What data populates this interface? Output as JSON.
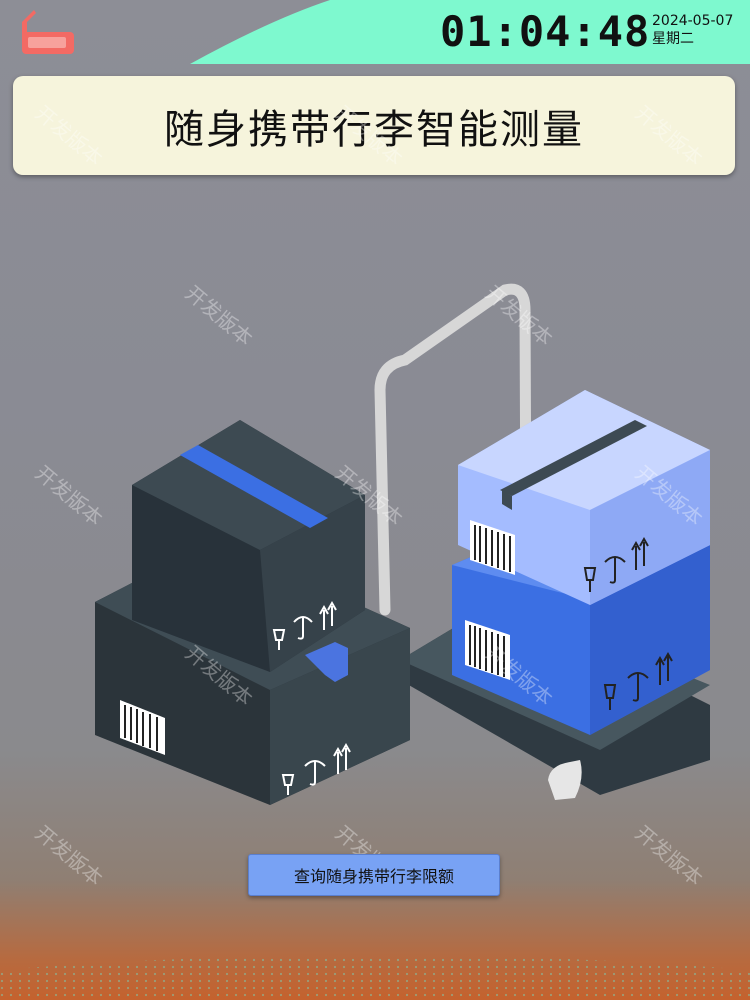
{
  "header": {
    "time": "01:04:48",
    "date": "2024-05-07",
    "weekday": "星期二",
    "home_icon": "home-luggage-icon",
    "accent_color": "#7ef9cf",
    "icon_color": "#f36a64"
  },
  "title": "随身携带行李智能测量",
  "illustration": {
    "name": "luggage-boxes-trolley"
  },
  "watermark": "开发版本",
  "query_button": {
    "label": "查询随身携带行李限额"
  }
}
